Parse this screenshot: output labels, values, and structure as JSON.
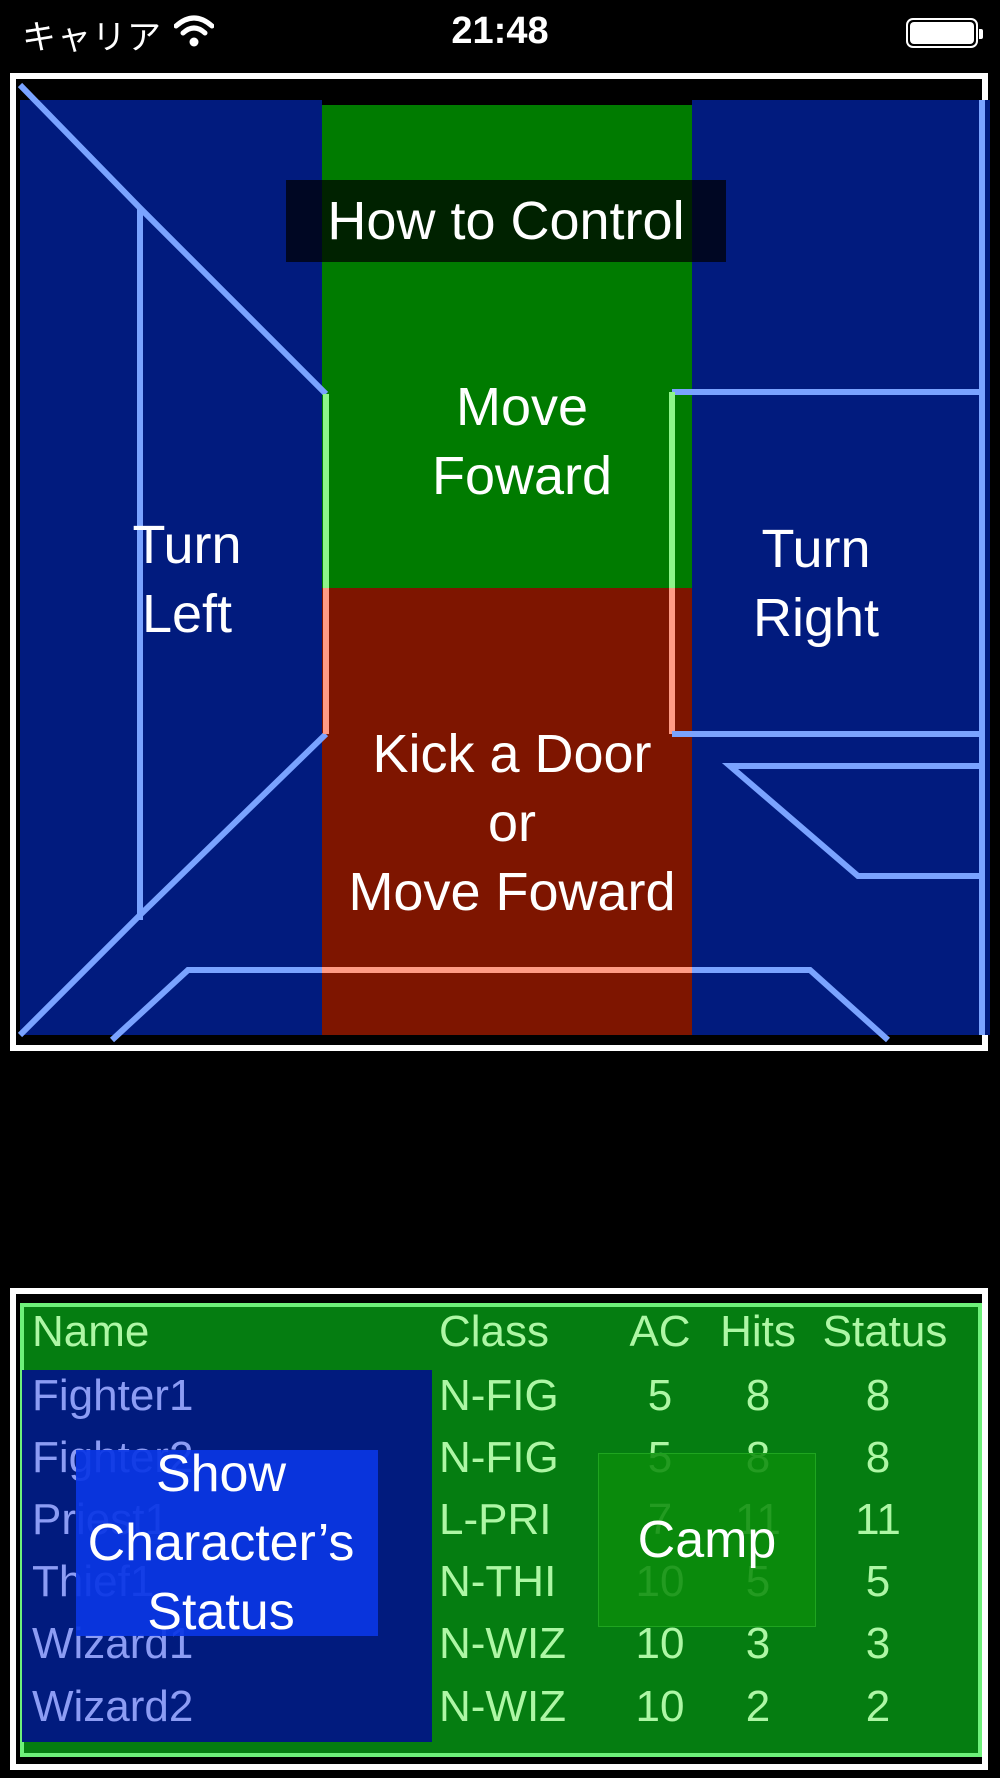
{
  "status_bar": {
    "carrier": "キャリア",
    "time": "21:48",
    "wifi_icon": "wifi-icon",
    "battery_icon": "battery-icon"
  },
  "dungeon_view": {
    "title": "How to Control",
    "turn_left": [
      "Turn",
      "Left"
    ],
    "turn_right": [
      "Turn",
      "Right"
    ],
    "move_forward": [
      "Move",
      "Foward"
    ],
    "kick_door": [
      "Kick a Door",
      "or",
      "Move Foward"
    ]
  },
  "party": {
    "columns": [
      "Name",
      "Class",
      "AC",
      "Hits",
      "Status"
    ],
    "rows": [
      {
        "name": "Fighter1",
        "class": "N-FIG",
        "ac": "5",
        "hits": "8",
        "status": "8"
      },
      {
        "name": "Fighter2",
        "class": "N-FIG",
        "ac": "5",
        "hits": "8",
        "status": "8"
      },
      {
        "name": "Priest1",
        "class": "L-PRI",
        "ac": "7",
        "hits": "11",
        "status": "11"
      },
      {
        "name": "Thief1",
        "class": "N-THI",
        "ac": "10",
        "hits": "5",
        "status": "5"
      },
      {
        "name": "Wizard1",
        "class": "N-WIZ",
        "ac": "10",
        "hits": "3",
        "status": "3"
      },
      {
        "name": "Wizard2",
        "class": "N-WIZ",
        "ac": "10",
        "hits": "2",
        "status": "2"
      }
    ],
    "show_status_button": [
      "Show",
      "Character’s",
      "Status"
    ],
    "camp_button": "Camp"
  },
  "colors": {
    "turn_zone": "#011b7e",
    "forward_zone": "#007b00",
    "kick_zone": "#7e1500",
    "wire": "#7aa3ff"
  }
}
